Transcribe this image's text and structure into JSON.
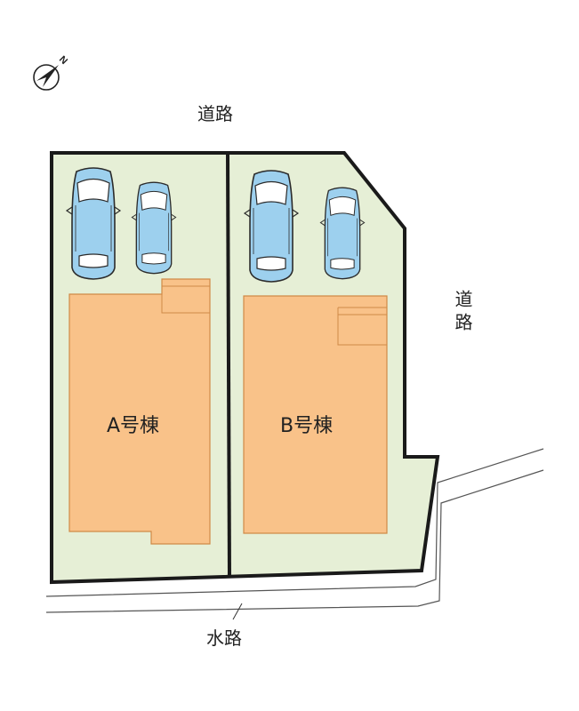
{
  "compass": {
    "label": "N",
    "icon": "north-arrow-icon"
  },
  "roads": {
    "top": "道路",
    "right": "道路"
  },
  "waterway": "水路",
  "buildings": [
    {
      "label": "A号棟"
    },
    {
      "label": "B号棟"
    }
  ],
  "colors": {
    "lot": "#e6efd6",
    "building": "#f9c289",
    "building_outline": "#d08a47",
    "boundary": "#1a1a1a",
    "car_body": "#9dd0ee",
    "car_outline": "#2b2b2b"
  }
}
